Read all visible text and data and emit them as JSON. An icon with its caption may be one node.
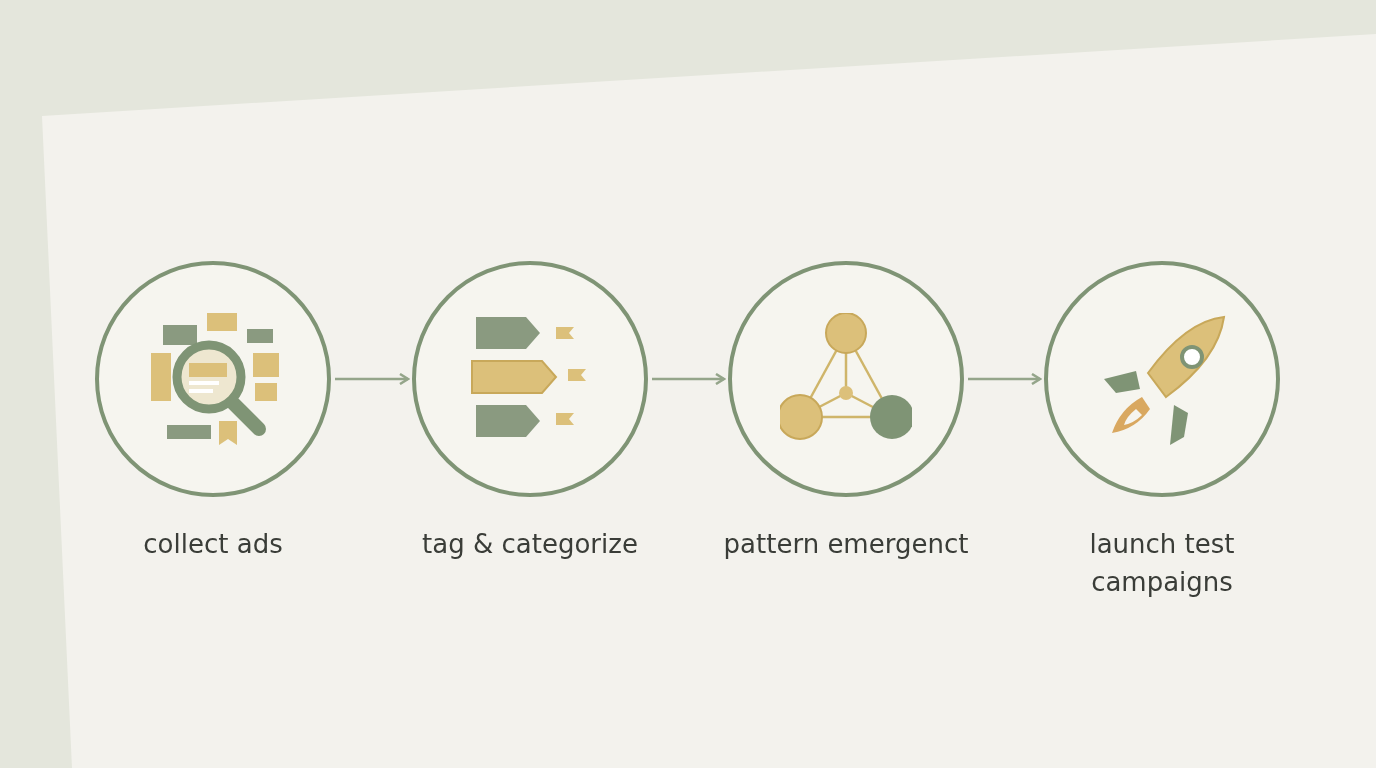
{
  "diagram": {
    "nodes": [
      {
        "text": [
          "collect ads"
        ]
      },
      {
        "text": [
          "tag & categorize"
        ]
      },
      {
        "text": [
          "pattern emergenct"
        ]
      },
      {
        "text": [
          "launch test campaigns"
        ]
      }
    ],
    "edges": [
      {
        "from": 0,
        "to": 1,
        "arrow": "to"
      },
      {
        "from": 1,
        "to": 2,
        "arrow": "to"
      },
      {
        "from": 2,
        "to": 3,
        "arrow": "to"
      }
    ]
  }
}
